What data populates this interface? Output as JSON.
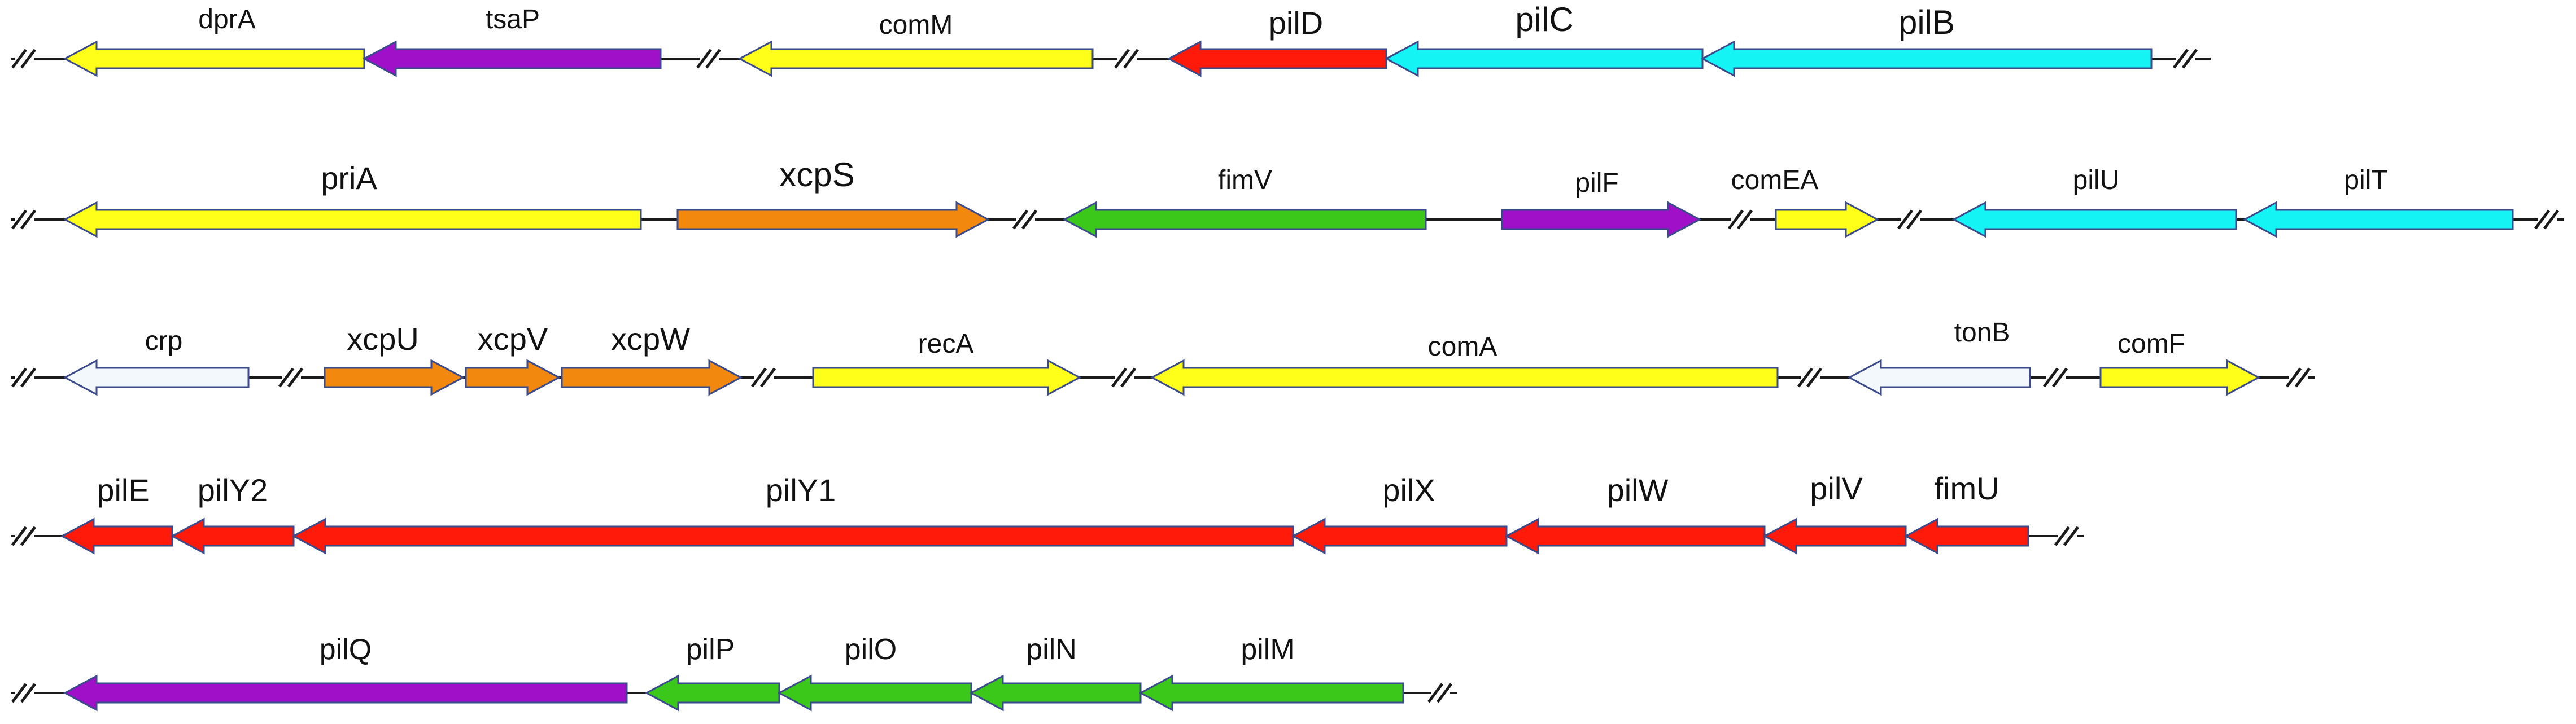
{
  "colors": {
    "yellow": "#ffff1a",
    "purple": "#a010c8",
    "red": "#ff1a0a",
    "cyan": "#14f4f4",
    "orange": "#f2880e",
    "green": "#3cc81a",
    "white": "#f2f8fc"
  },
  "rows": [
    {
      "genes": [
        {
          "label": "dprA",
          "color": "yellow",
          "dir": "left"
        },
        {
          "label": "tsaP",
          "color": "purple",
          "dir": "left"
        },
        {
          "label": "comM",
          "color": "yellow",
          "dir": "left"
        },
        {
          "label": "pilD",
          "color": "red",
          "dir": "left"
        },
        {
          "label": "pilC",
          "color": "cyan",
          "dir": "left"
        },
        {
          "label": "pilB",
          "color": "cyan",
          "dir": "left"
        }
      ]
    },
    {
      "genes": [
        {
          "label": "priA",
          "color": "yellow",
          "dir": "left"
        },
        {
          "label": "xcpS",
          "color": "orange",
          "dir": "right"
        },
        {
          "label": "fimV",
          "color": "green",
          "dir": "left"
        },
        {
          "label": "pilF",
          "color": "purple",
          "dir": "right"
        },
        {
          "label": "comEA",
          "color": "yellow",
          "dir": "right"
        },
        {
          "label": "pilU",
          "color": "cyan",
          "dir": "left"
        },
        {
          "label": "pilT",
          "color": "cyan",
          "dir": "left"
        }
      ]
    },
    {
      "genes": [
        {
          "label": "crp",
          "color": "white",
          "dir": "left"
        },
        {
          "label": "xcpU",
          "color": "orange",
          "dir": "right"
        },
        {
          "label": "xcpV",
          "color": "orange",
          "dir": "right"
        },
        {
          "label": "xcpW",
          "color": "orange",
          "dir": "right"
        },
        {
          "label": "recA",
          "color": "yellow",
          "dir": "right"
        },
        {
          "label": "comA",
          "color": "yellow",
          "dir": "left"
        },
        {
          "label": "tonB",
          "color": "white",
          "dir": "left"
        },
        {
          "label": "comF",
          "color": "yellow",
          "dir": "right"
        }
      ]
    },
    {
      "genes": [
        {
          "label": "pilE",
          "color": "red",
          "dir": "left"
        },
        {
          "label": "pilY2",
          "color": "red",
          "dir": "left"
        },
        {
          "label": "pilY1",
          "color": "red",
          "dir": "left"
        },
        {
          "label": "pilX",
          "color": "red",
          "dir": "left"
        },
        {
          "label": "pilW",
          "color": "red",
          "dir": "left"
        },
        {
          "label": "pilV",
          "color": "red",
          "dir": "left"
        },
        {
          "label": "fimU",
          "color": "red",
          "dir": "left"
        }
      ]
    },
    {
      "genes": [
        {
          "label": "pilQ",
          "color": "purple",
          "dir": "left"
        },
        {
          "label": "pilP",
          "color": "green",
          "dir": "left"
        },
        {
          "label": "pilO",
          "color": "green",
          "dir": "left"
        },
        {
          "label": "pilN",
          "color": "green",
          "dir": "left"
        },
        {
          "label": "pilM",
          "color": "green",
          "dir": "left"
        }
      ]
    }
  ]
}
